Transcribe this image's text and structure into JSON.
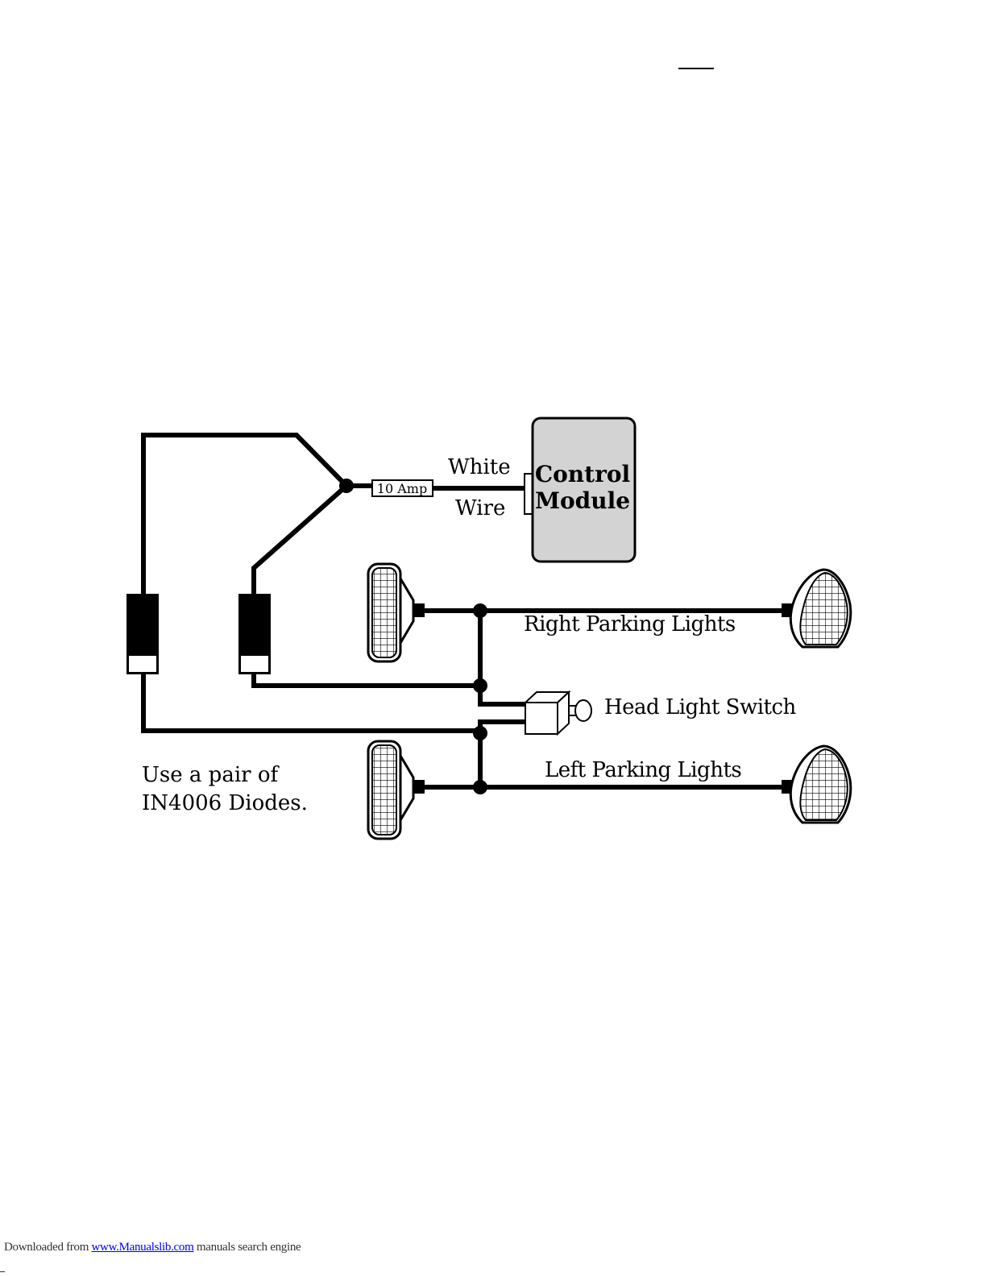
{
  "diagram": {
    "labels": {
      "white": "White",
      "wire": "Wire",
      "fuse": "10 Amp",
      "control_line1": "Control",
      "control_line2": "Module",
      "right_parking": "Right Parking Lights",
      "head_switch": "Head Light Switch",
      "left_parking": "Left Parking Lights",
      "diode_note_line1": "Use a pair of",
      "diode_note_line2": "IN4006 Diodes."
    },
    "colors": {
      "module_fill": "#d3d3d3",
      "ink": "#000000"
    }
  },
  "footer": {
    "prefix": "Downloaded from ",
    "link": "www.Manualslib.com",
    "suffix": " manuals search engine"
  }
}
